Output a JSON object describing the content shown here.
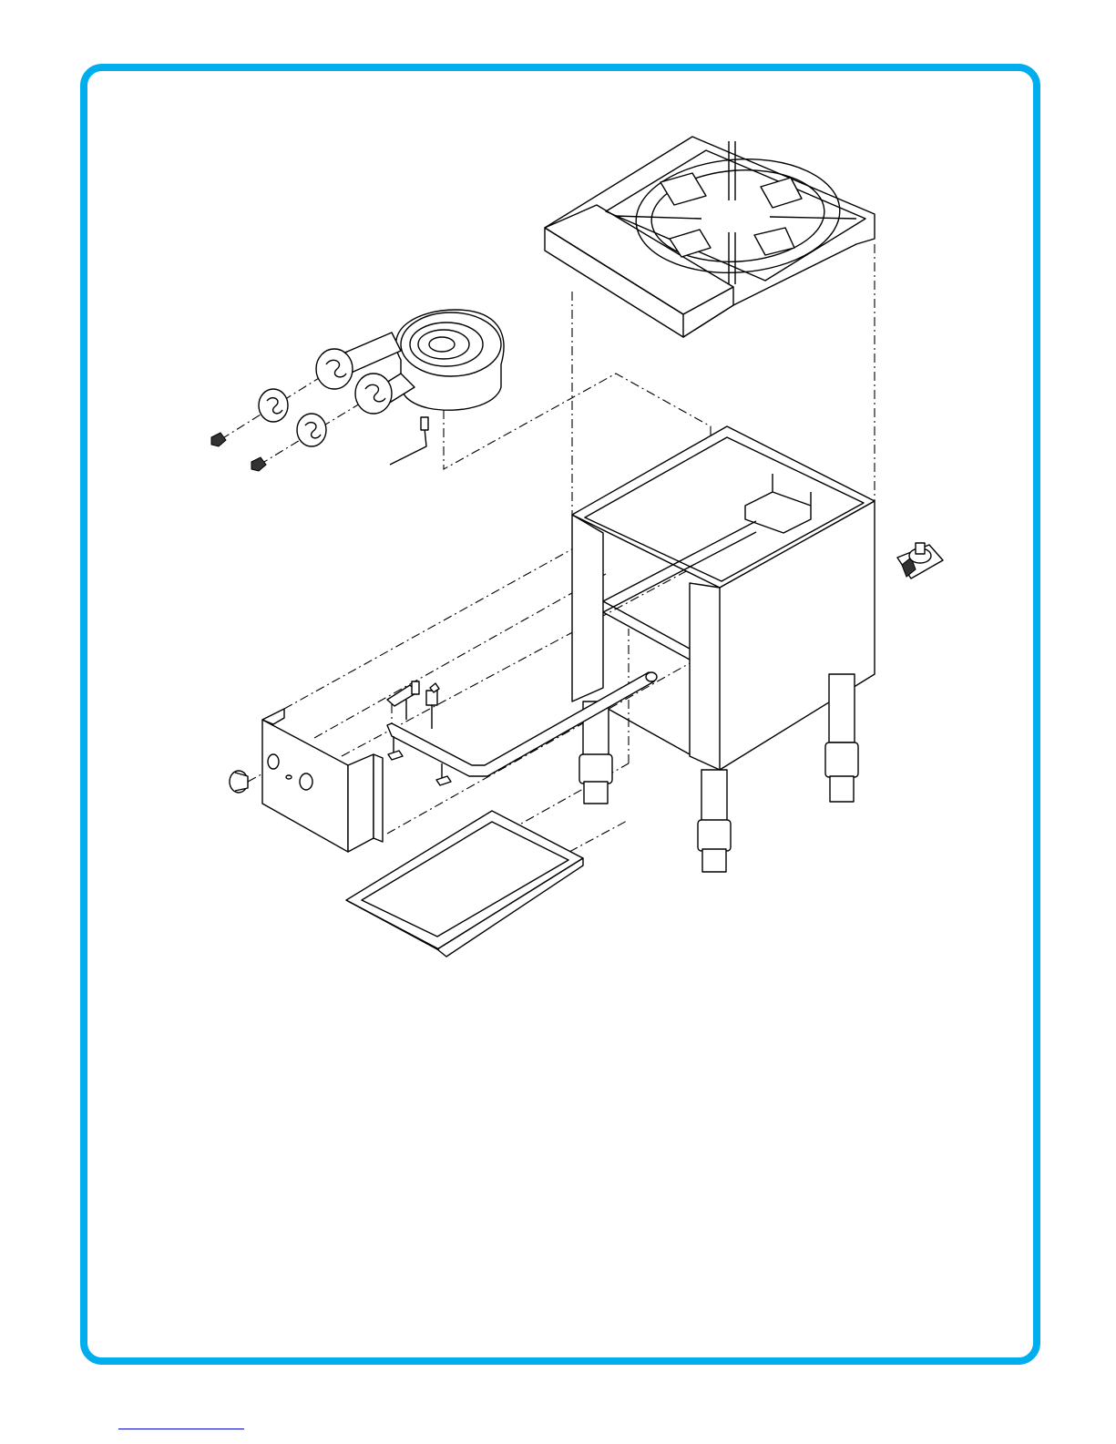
{
  "diagram": {
    "parts": [
      "burner-grate-top",
      "cast-iron-ring-burner",
      "air-shutter",
      "burner-orifice",
      "pilot-tube",
      "cabinet-frame",
      "pressure-regulator",
      "control-panel",
      "control-knob",
      "gas-valve",
      "pilot-valve",
      "gas-manifold",
      "drip-tray",
      "leg"
    ],
    "colors": {
      "frame": "#00aeef",
      "lines": "#000000",
      "fill": "#ffffff",
      "footer_link": "#0000cc"
    }
  }
}
